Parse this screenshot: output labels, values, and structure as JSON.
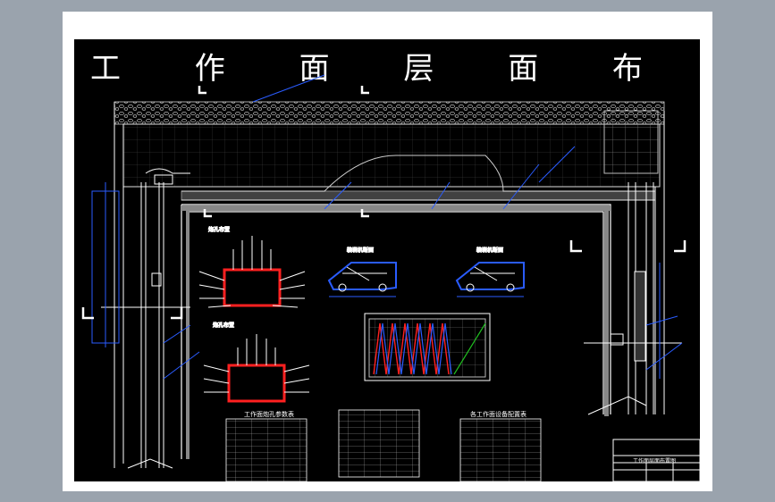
{
  "drawing": {
    "title": "工 作 面 层 面 布 置 图",
    "colors": {
      "background": "#000000",
      "sheet": "#ffffff",
      "outer": "#9aa3ad",
      "line": "#ffffff",
      "dimension": "#2a5cff",
      "highlight": "#ff0000",
      "curve_red": "#ff2020",
      "curve_green": "#20c020"
    },
    "tables": [
      {
        "title": "工作面炮孔参数表",
        "rows": 12,
        "cols": 5
      },
      {
        "title": "",
        "rows": 12,
        "cols": 5
      },
      {
        "title": "各工作面设备配置表",
        "rows": 12,
        "cols": 5
      }
    ],
    "title_block": {
      "label": "工作面层面布置图"
    },
    "views": [
      {
        "name": "blast-pattern-top",
        "icon": "blasthole-layout"
      },
      {
        "name": "blast-pattern-bottom",
        "icon": "blasthole-layout"
      },
      {
        "name": "equipment-section-left",
        "icon": "loader-section"
      },
      {
        "name": "equipment-section-right",
        "icon": "loader-section"
      },
      {
        "name": "cycle-chart",
        "icon": "work-cycle-graph"
      }
    ]
  }
}
